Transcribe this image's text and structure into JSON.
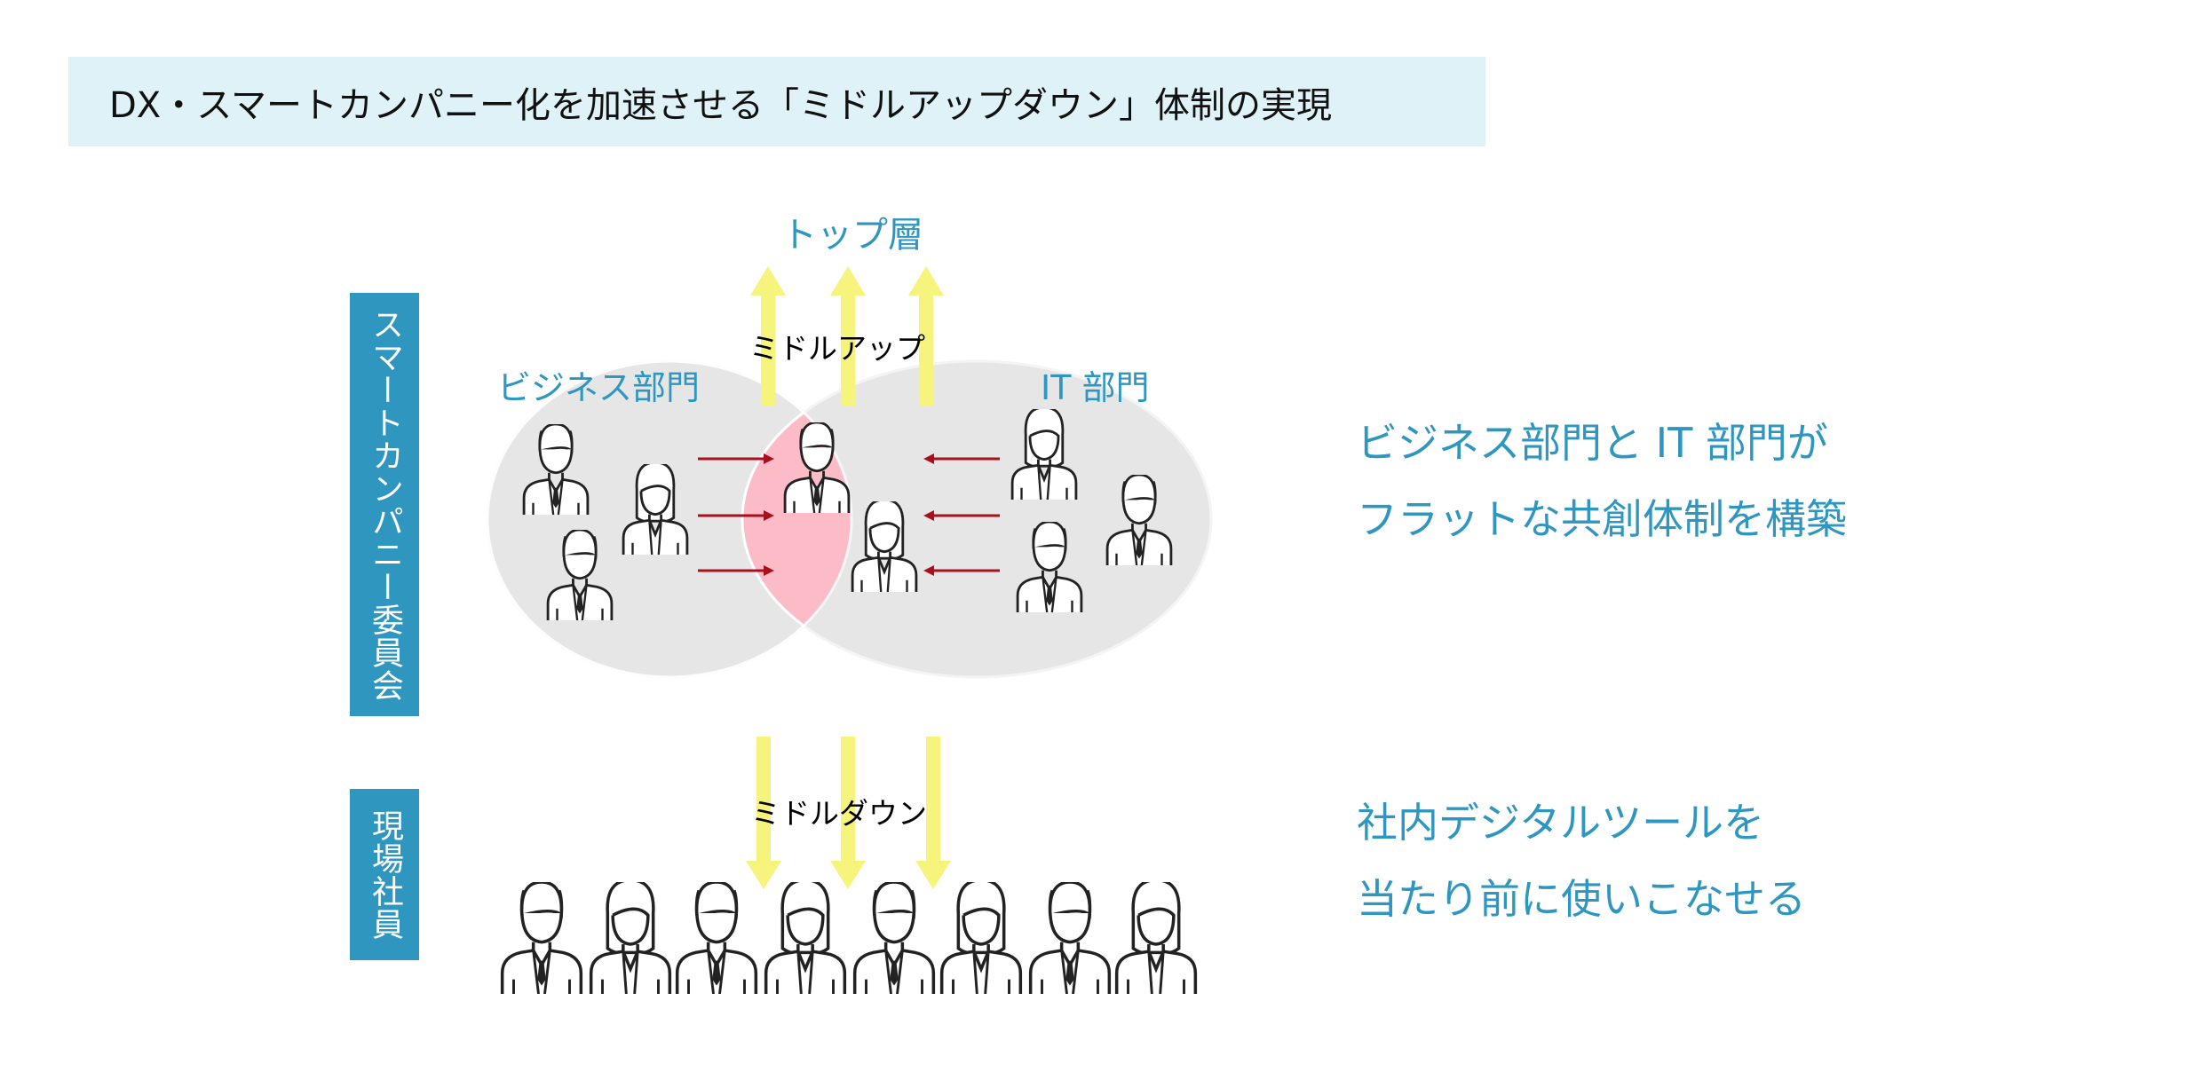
{
  "title": "DX・スマートカンパニー化を加速させる「ミドルアップダウン」体制の実現",
  "side_labels": {
    "committee": "スマートカンパニー委員会",
    "field_staff": "現場社員"
  },
  "diagram": {
    "top_layer": "トップ層",
    "business_dept": "ビジネス部門",
    "it_dept": "IT 部門",
    "middle_up": "ミドルアップ",
    "middle_down": "ミドルダウン"
  },
  "right_text": {
    "line1": "ビジネス部門と IT 部門が",
    "line2": "フラットな共創体制を構築",
    "line3": "社内デジタルツールを",
    "line4": "当たり前に使いこなせる"
  },
  "colors": {
    "title_bg": "#dff2f8",
    "accent_blue": "#2f96bf",
    "overlap_pink": "#fcbcc7",
    "ellipse_gray": "#e6e6e6",
    "arrow_red": "#a8101e",
    "arrow_yellow": "#f6f47c"
  }
}
